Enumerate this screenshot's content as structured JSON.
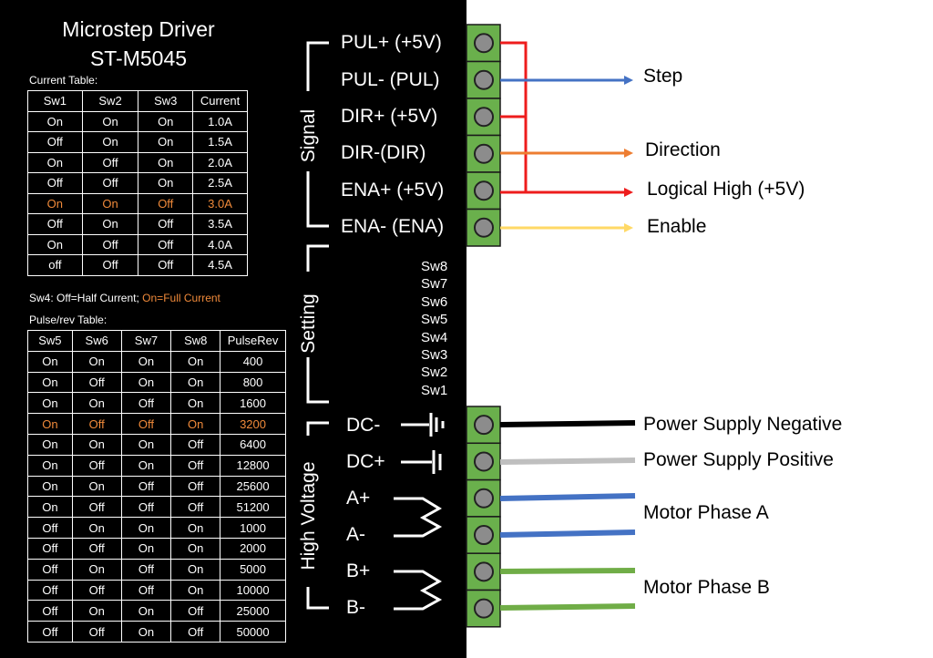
{
  "title": {
    "line1": "Microstep Driver",
    "line2": "ST-M5045"
  },
  "current_table": {
    "caption": "Current Table:",
    "headers": [
      "Sw1",
      "Sw2",
      "Sw3",
      "Current"
    ],
    "rows": [
      [
        "On",
        "On",
        "On",
        "1.0A"
      ],
      [
        "Off",
        "On",
        "On",
        "1.5A"
      ],
      [
        "On",
        "Off",
        "On",
        "2.0A"
      ],
      [
        "Off",
        "Off",
        "On",
        "2.5A"
      ],
      [
        "On",
        "On",
        "Off",
        "3.0A"
      ],
      [
        "Off",
        "On",
        "Off",
        "3.5A"
      ],
      [
        "On",
        "Off",
        "Off",
        "4.0A"
      ],
      [
        "off",
        "Off",
        "Off",
        "4.5A"
      ]
    ],
    "highlight_row": 4
  },
  "sw4_note": {
    "part1": "Sw4: Off=Half Current; ",
    "part2": "On=Full Current"
  },
  "pulse_table": {
    "caption": "Pulse/rev Table:",
    "headers": [
      "Sw5",
      "Sw6",
      "Sw7",
      "Sw8",
      "PulseRev"
    ],
    "rows": [
      [
        "On",
        "On",
        "On",
        "On",
        "400"
      ],
      [
        "On",
        "Off",
        "On",
        "On",
        "800"
      ],
      [
        "On",
        "On",
        "Off",
        "On",
        "1600"
      ],
      [
        "On",
        "Off",
        "Off",
        "On",
        "3200"
      ],
      [
        "On",
        "On",
        "On",
        "Off",
        "6400"
      ],
      [
        "On",
        "Off",
        "On",
        "Off",
        "12800"
      ],
      [
        "On",
        "On",
        "Off",
        "Off",
        "25600"
      ],
      [
        "On",
        "Off",
        "Off",
        "Off",
        "51200"
      ],
      [
        "Off",
        "On",
        "On",
        "On",
        "1000"
      ],
      [
        "Off",
        "Off",
        "On",
        "On",
        "2000"
      ],
      [
        "Off",
        "On",
        "Off",
        "On",
        "5000"
      ],
      [
        "Off",
        "Off",
        "Off",
        "On",
        "10000"
      ],
      [
        "Off",
        "On",
        "On",
        "Off",
        "25000"
      ],
      [
        "Off",
        "Off",
        "On",
        "Off",
        "50000"
      ]
    ],
    "highlight_row": 3
  },
  "groups": {
    "signal": "Signal",
    "setting": "Setting",
    "high_voltage": "High Voltage"
  },
  "signal_pins": [
    "PUL+ (+5V)",
    "PUL- (PUL)",
    "DIR+ (+5V)",
    "DIR-(DIR)",
    "ENA+ (+5V)",
    "ENA- (ENA)"
  ],
  "switches": [
    "Sw8",
    "Sw7",
    "Sw6",
    "Sw5",
    "Sw4",
    "Sw3",
    "Sw2",
    "Sw1"
  ],
  "power_pins": [
    "DC-",
    "DC+",
    "A+",
    "A-",
    "B+",
    "B-"
  ],
  "right_labels": {
    "step": "Step",
    "direction": "Direction",
    "logical_high": "Logical High (+5V)",
    "enable": "Enable",
    "psu_negative": "Power Supply Negative",
    "psu_positive": "Power Supply Positive",
    "motor_a": "Motor Phase A",
    "motor_b": "Motor Phase B"
  },
  "colors": {
    "terminal_green": "#6ab04c",
    "red": "#ee1c1c",
    "blue": "#4472c4",
    "orange": "#ed7d31",
    "yellow": "#ffd966",
    "black": "#000000",
    "gray": "#bfbfbf",
    "phase_a": "#4472c4",
    "phase_b": "#70ad47",
    "highlight": "#f08a3a"
  }
}
